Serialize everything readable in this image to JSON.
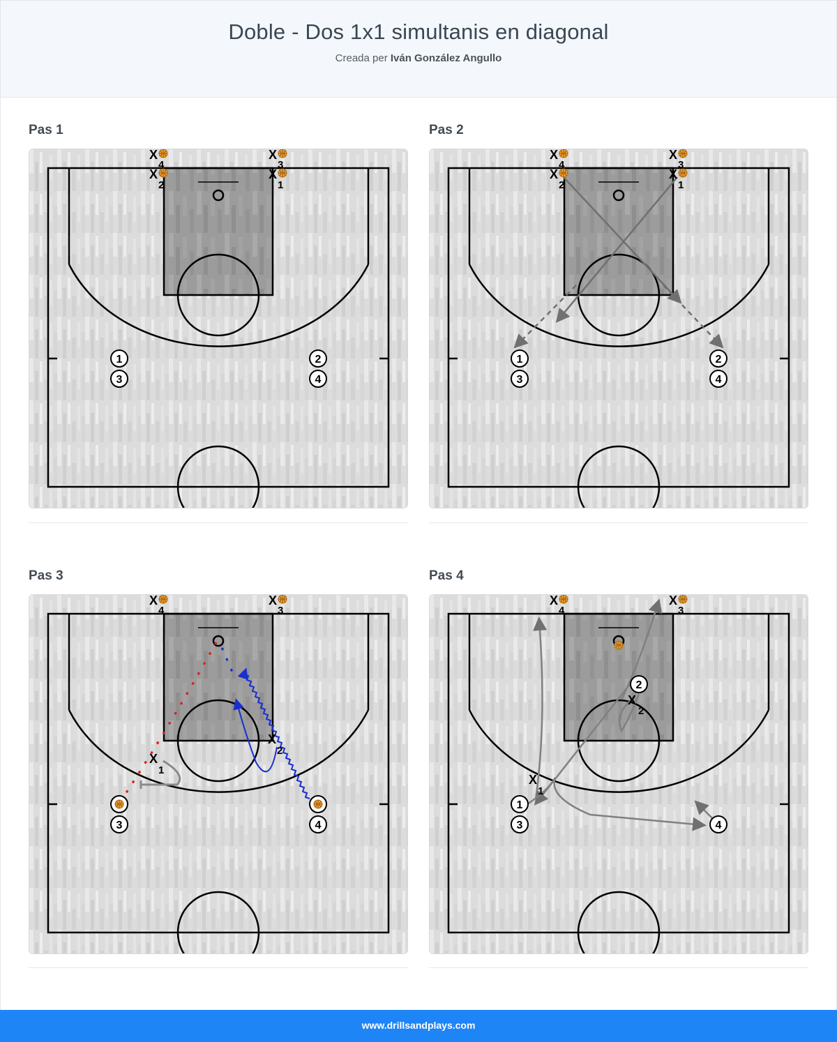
{
  "header": {
    "title": "Doble - Dos 1x1 simultanis en diagonal",
    "subtitle_prefix": "Creada per",
    "author": "Iván González Angullo"
  },
  "steps": [
    {
      "title": "Pas 1"
    },
    {
      "title": "Pas 2"
    },
    {
      "title": "Pas 3"
    },
    {
      "title": "Pas 4"
    }
  ],
  "labels": {
    "one": "1",
    "two": "2",
    "three": "3",
    "four": "4",
    "x": "X"
  },
  "colors": {
    "accent": "#1e85f7",
    "pass": "#e02020",
    "dribble": "#1a2fcf",
    "ball": "#f0a030"
  },
  "footer": {
    "site": "www.drillsandplays.com"
  }
}
